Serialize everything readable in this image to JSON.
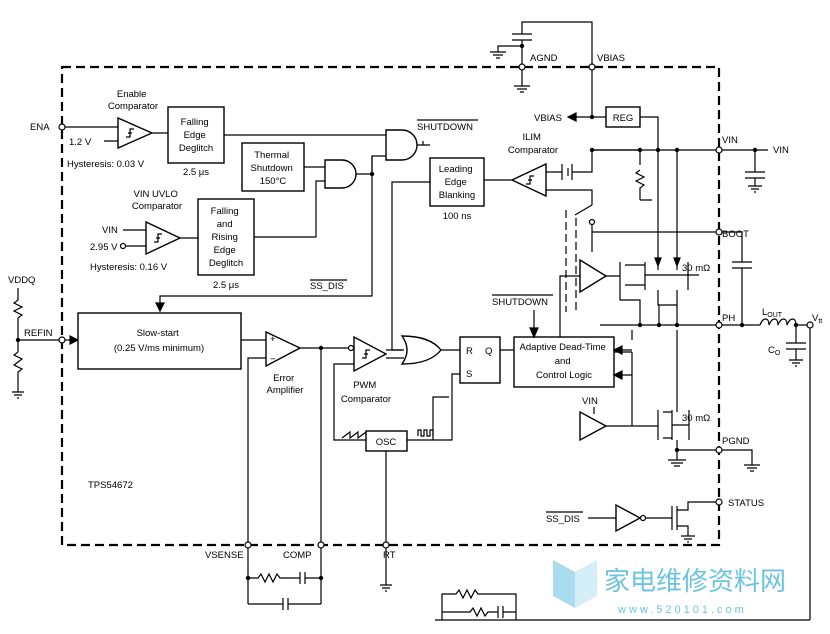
{
  "part_number": "TPS54672",
  "blocks": {
    "enable_comp": [
      "Enable",
      "Comparator"
    ],
    "enable_deglitch": [
      "Falling",
      "Edge",
      "Deglitch"
    ],
    "enable_deglitch_time": "2.5 μs",
    "thermal": [
      "Thermal",
      "Shutdown",
      "150°C"
    ],
    "uvlo_comp": [
      "VIN UVLO",
      "Comparator"
    ],
    "uvlo_deglitch": [
      "Falling",
      "and",
      "Rising",
      "Edge",
      "Deglitch"
    ],
    "uvlo_deglitch_time": "2.5 μs",
    "leading_edge": [
      "Leading",
      "Edge",
      "Blanking"
    ],
    "leading_edge_time": "100 ns",
    "ilim_comp": [
      "ILIM",
      "Comparator"
    ],
    "reg": "REG",
    "slow_start": [
      "Slow-start",
      "(0.25 V/ms minimum)"
    ],
    "error_amp": [
      "Error",
      "Amplifier"
    ],
    "pwm_comp": [
      "PWM",
      "Comparator"
    ],
    "osc": "OSC",
    "dead_time": [
      "Adaptive Dead-Time",
      "and",
      "Control Logic"
    ],
    "latch": {
      "r": "R",
      "q": "Q",
      "s": "S"
    },
    "hs_fet_res": "30 mΩ",
    "ls_fet_res": "30 mΩ"
  },
  "signals": {
    "shutdown_out": "SHUTDOWN",
    "shutdown_in": "SHUTDOWN",
    "ss_dis_top": "SS_DIS",
    "ss_dis_bottom": "SS_DIS",
    "vbias_internal": "VBIAS",
    "vin_ls": "VIN"
  },
  "labels": {
    "ena_ref": "1.2 V",
    "ena_hyst": "Hysteresis: 0.03 V",
    "uvlo_vin": "VIN",
    "uvlo_ref": "2.95 V",
    "uvlo_hyst": "Hysteresis: 0.16 V",
    "vddq": "VDDQ",
    "lout": "L",
    "lout_sub": "OUT",
    "co": "C",
    "co_sub": "O",
    "vtt": "V",
    "vtt_sub": "tt",
    "vin_ext": "VIN"
  },
  "pins": {
    "ena": "ENA",
    "refin": "REFIN",
    "agnd": "AGND",
    "vbias": "VBIAS",
    "vin": "VIN",
    "boot": "BOOT",
    "ph": "PH",
    "pgnd": "PGND",
    "status": "STATUS",
    "vsense": "VSENSE",
    "comp": "COMP",
    "rt": "RT"
  },
  "watermark": {
    "text": "家电维修资料网",
    "url": "www.520101.com"
  }
}
